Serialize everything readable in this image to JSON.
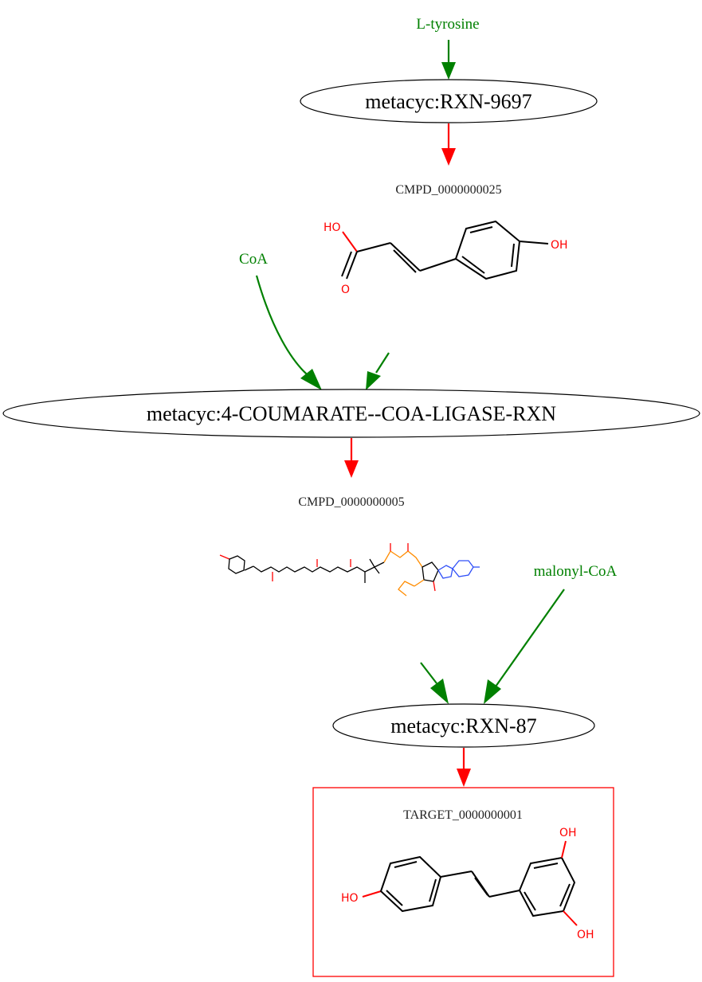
{
  "colors": {
    "reactant_edge": "#008000",
    "product_edge": "#ff0000",
    "target_border": "#ff0000",
    "node_stroke": "#000000"
  },
  "side_reactants": {
    "l_tyrosine": "L-tyrosine",
    "coa": "CoA",
    "malonyl_coa": "malonyl-CoA"
  },
  "reactions": {
    "rxn1": "metacyc:RXN-9697",
    "rxn2": "metacyc:4-COUMARATE--COA-LIGASE-RXN",
    "rxn3": "metacyc:RXN-87"
  },
  "compounds": {
    "cmpd1": {
      "id": "CMPD_0000000025",
      "atoms": {
        "ho": "HO",
        "o": "O",
        "oh": "OH"
      }
    },
    "cmpd2": {
      "id": "CMPD_0000000005"
    },
    "target": {
      "id": "TARGET_0000000001",
      "atoms": {
        "ho": "HO",
        "oh_top": "OH",
        "oh_bottom": "OH"
      }
    }
  }
}
